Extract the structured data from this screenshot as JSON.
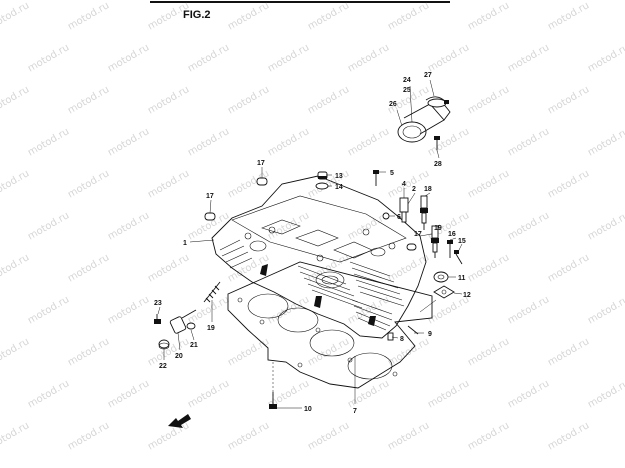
{
  "figure": {
    "title": "FIG.2"
  },
  "watermark": {
    "text": "motod.ru"
  },
  "callouts": [
    {
      "id": "c1",
      "text": "1"
    },
    {
      "id": "c2",
      "text": "2"
    },
    {
      "id": "c4",
      "text": "4"
    },
    {
      "id": "c5",
      "text": "5"
    },
    {
      "id": "c6",
      "text": "6"
    },
    {
      "id": "c7",
      "text": "7"
    },
    {
      "id": "c8",
      "text": "8"
    },
    {
      "id": "c9",
      "text": "9"
    },
    {
      "id": "c10",
      "text": "10"
    },
    {
      "id": "c11",
      "text": "11"
    },
    {
      "id": "c12",
      "text": "12"
    },
    {
      "id": "c13",
      "text": "13"
    },
    {
      "id": "c14",
      "text": "14"
    },
    {
      "id": "c15",
      "text": "15"
    },
    {
      "id": "c16",
      "text": "16"
    },
    {
      "id": "c17a",
      "text": "17"
    },
    {
      "id": "c17b",
      "text": "17"
    },
    {
      "id": "c17c",
      "text": "17"
    },
    {
      "id": "c18",
      "text": "18"
    },
    {
      "id": "c19",
      "text": "19"
    },
    {
      "id": "c20",
      "text": "20"
    },
    {
      "id": "c21",
      "text": "21"
    },
    {
      "id": "c22",
      "text": "22"
    },
    {
      "id": "c23",
      "text": "23"
    },
    {
      "id": "c24",
      "text": "24"
    },
    {
      "id": "c25",
      "text": "25"
    },
    {
      "id": "c26",
      "text": "26"
    },
    {
      "id": "c27",
      "text": "27"
    },
    {
      "id": "c28",
      "text": "28"
    }
  ]
}
